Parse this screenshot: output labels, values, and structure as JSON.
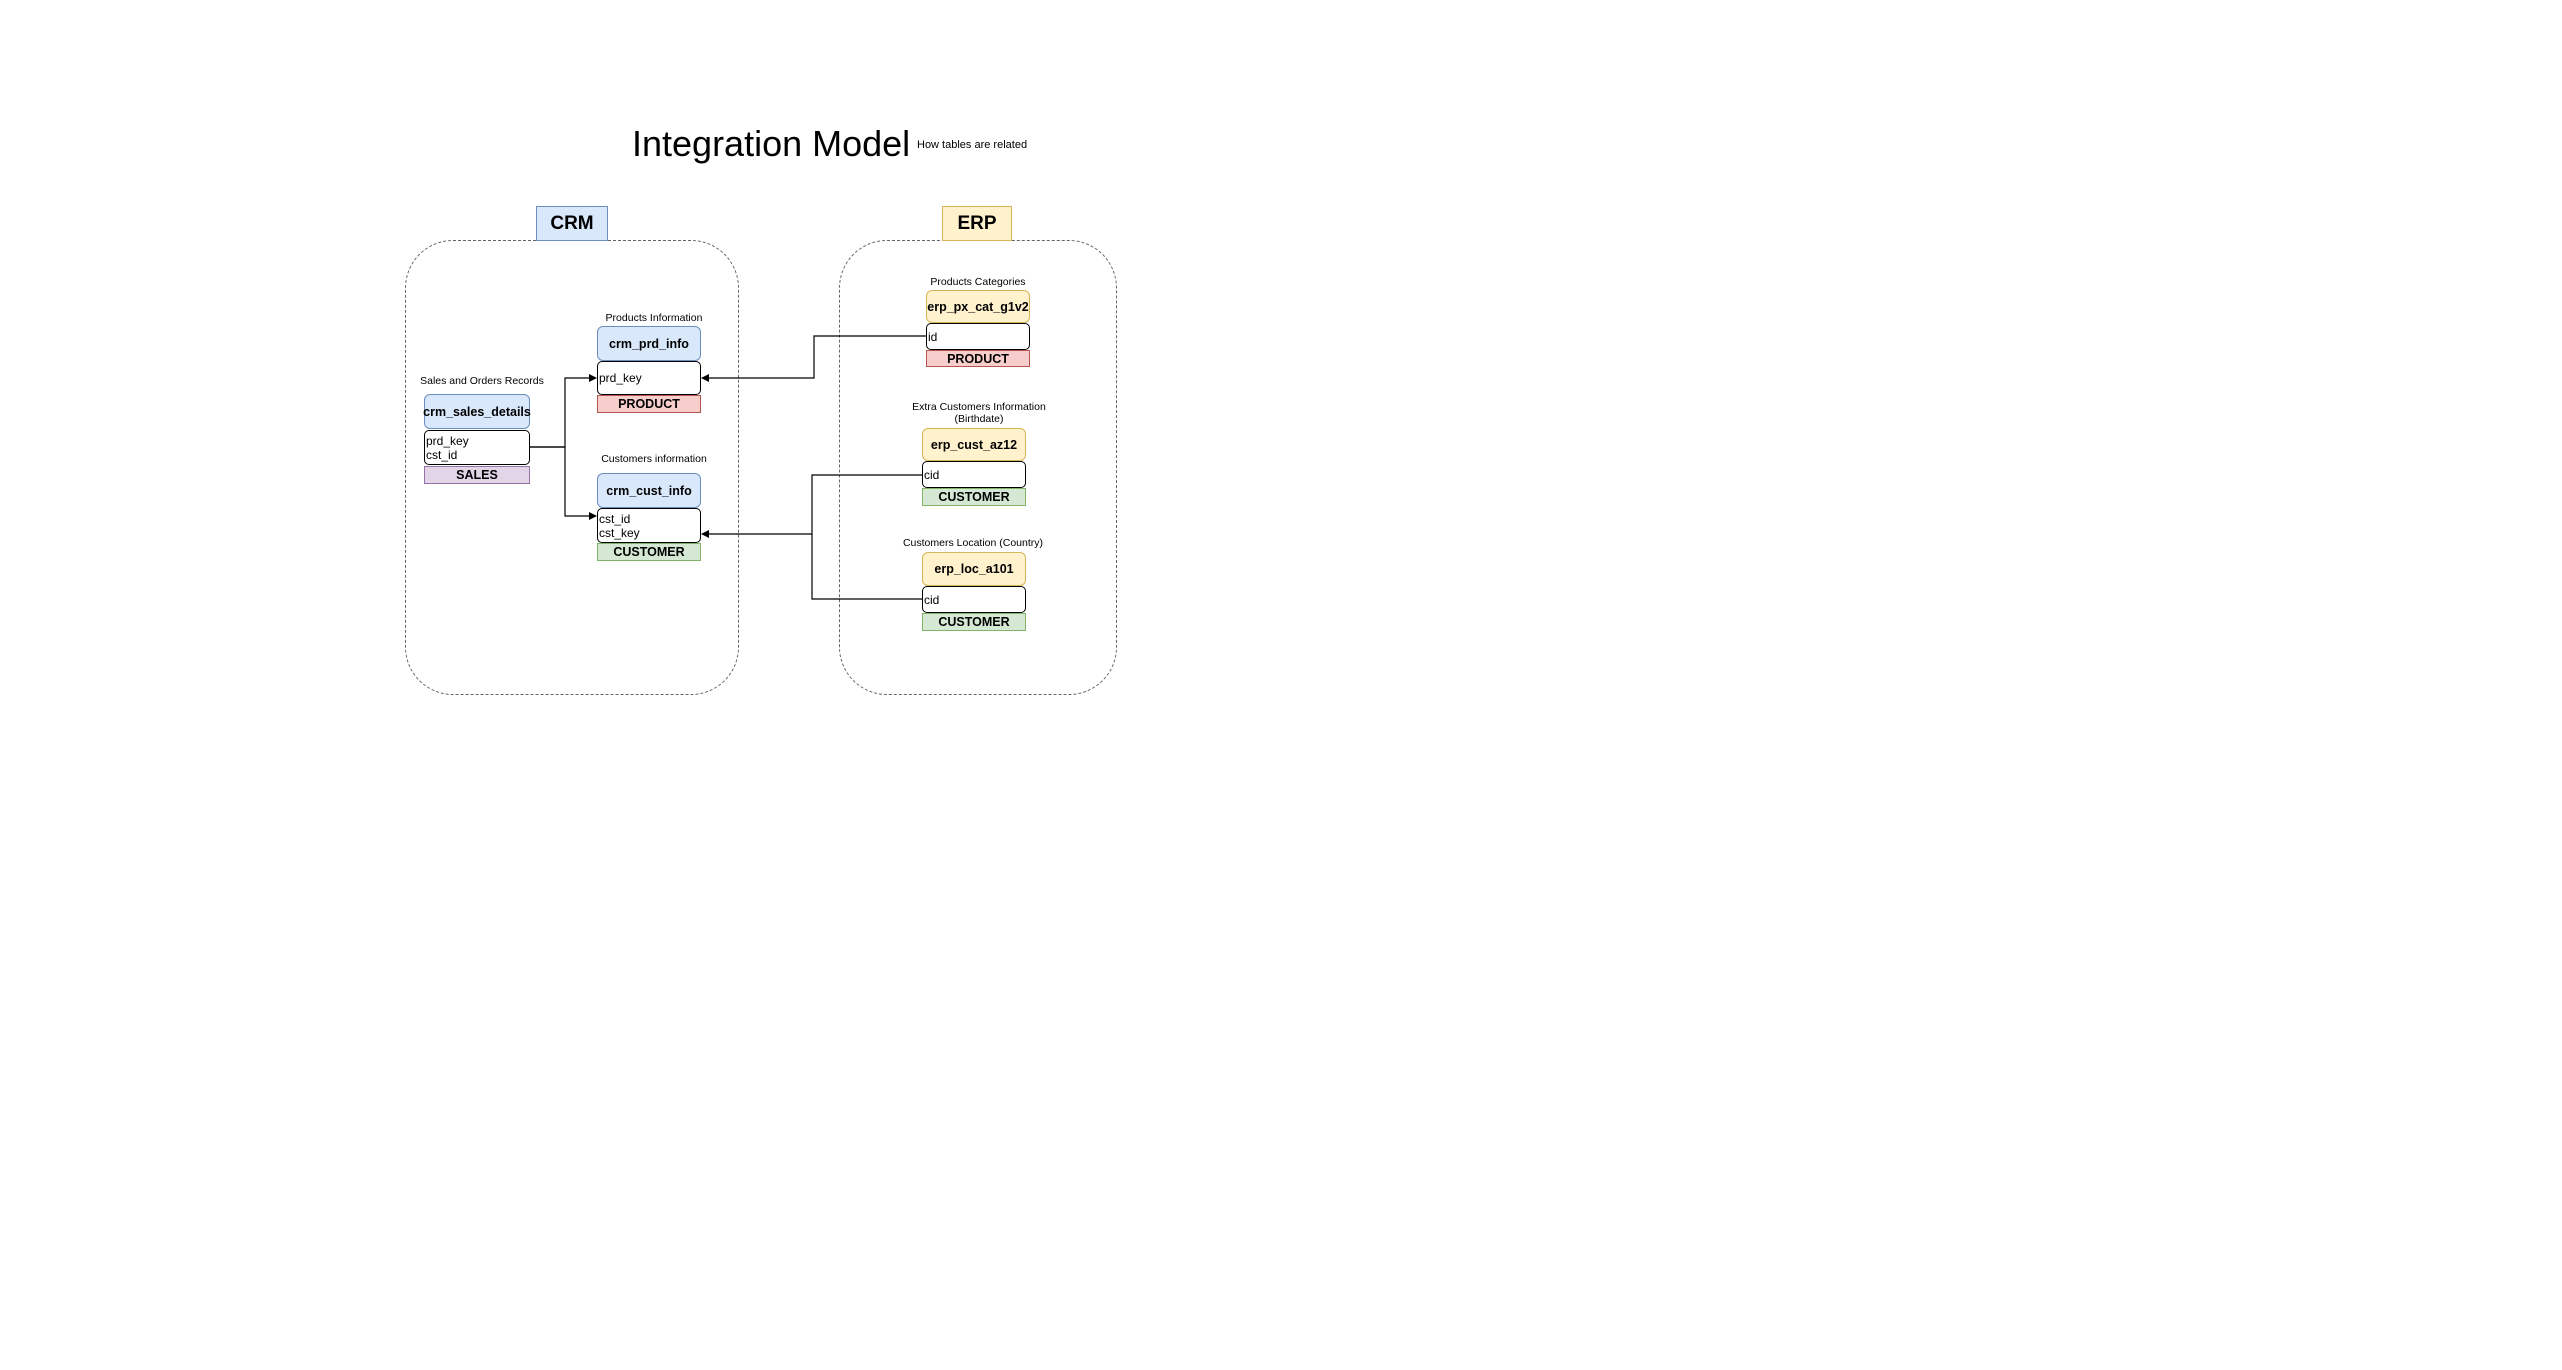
{
  "header": {
    "title": "Integration Model",
    "subtitle": "How tables are related"
  },
  "zones": {
    "crm": {
      "label": "CRM",
      "label_color": "#dae8fc"
    },
    "erp": {
      "label": "ERP",
      "label_color": "#fff2cc"
    }
  },
  "tables": {
    "crm_sales_details": {
      "caption": "Sales and Orders Records",
      "name": "crm_sales_details",
      "fields": [
        "prd_key",
        "cst_id"
      ],
      "tag": "SALES"
    },
    "crm_prd_info": {
      "caption": "Products Information",
      "name": "crm_prd_info",
      "fields": [
        "prd_key"
      ],
      "tag": "PRODUCT"
    },
    "crm_cust_info": {
      "caption": "Customers information",
      "name": "crm_cust_info",
      "fields": [
        "cst_id",
        "cst_key"
      ],
      "tag": "CUSTOMER"
    },
    "erp_px_cat_g1v2": {
      "caption": "Products Categories",
      "name": "erp_px_cat_g1v2",
      "fields": [
        "id"
      ],
      "tag": "PRODUCT"
    },
    "erp_cust_az12": {
      "caption_line1": "Extra Customers Information",
      "caption_line2": "(Birthdate)",
      "name": "erp_cust_az12",
      "fields": [
        "cid"
      ],
      "tag": "CUSTOMER"
    },
    "erp_loc_a101": {
      "caption": "Customers Location (Country)",
      "name": "erp_loc_a101",
      "fields": [
        "cid"
      ],
      "tag": "CUSTOMER"
    }
  },
  "colors": {
    "crm_head": "#dae8fc",
    "erp_head": "#fff2cc",
    "product_tag": "#f8cecc",
    "customer_tag": "#d5e8d4",
    "sales_tag": "#e1d5e7"
  }
}
